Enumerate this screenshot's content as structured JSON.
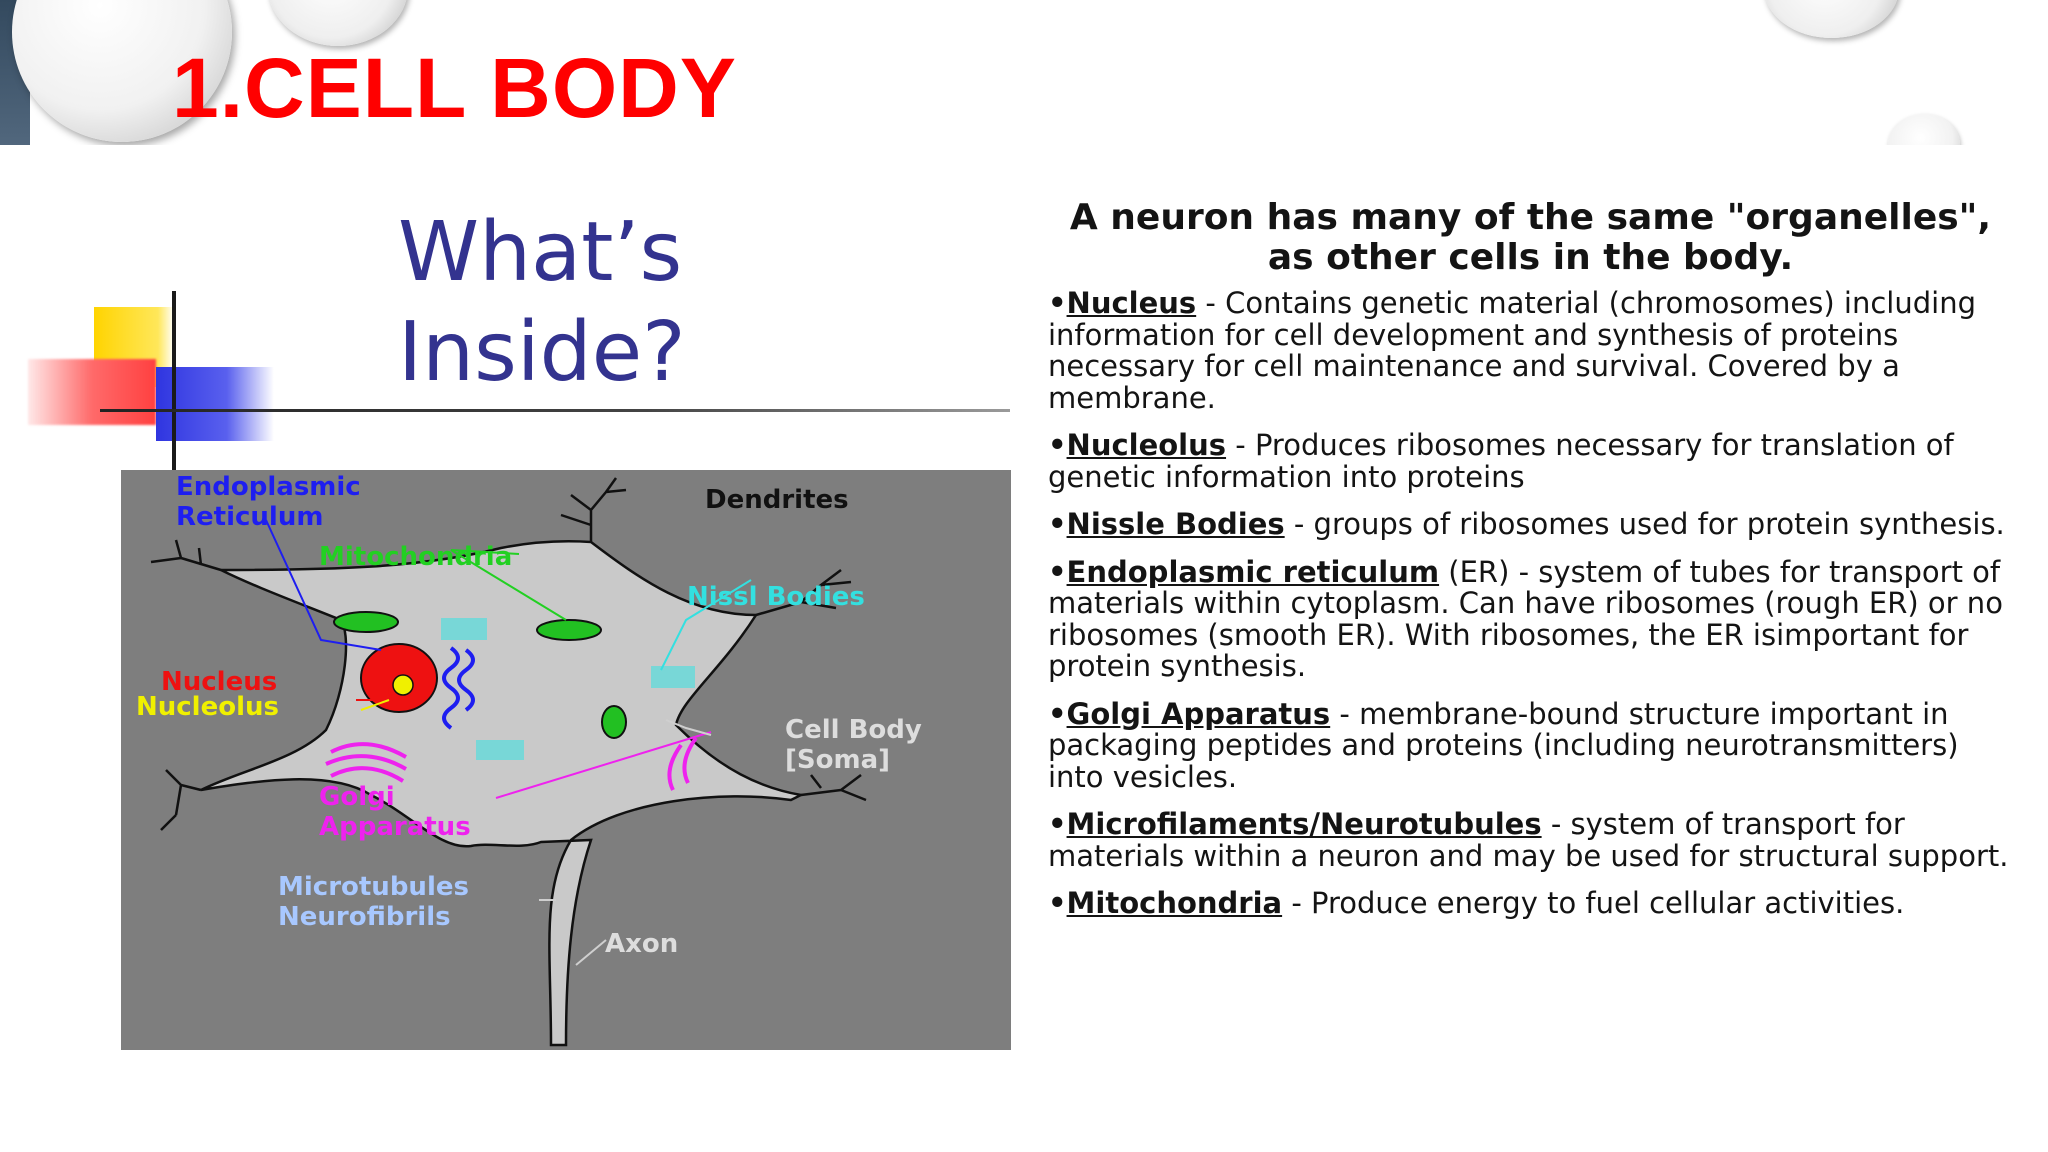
{
  "slide": {
    "title": "1.CELL BODY"
  },
  "figure": {
    "heading": "What’s\nInside?",
    "labels": {
      "er_line1": "Endoplasmic",
      "er_line2": "Reticulum",
      "dendrites": "Dendrites",
      "mitochondria": "Mitochondria",
      "nissl": "Nissl Bodies",
      "nucleus": "Nucleus",
      "nucleolus": "Nucleolus",
      "cellbody_line1": "Cell Body",
      "cellbody_line2": "[Soma]",
      "golgi_line1": "Golgi",
      "golgi_line2": "Apparatus",
      "micro_line1": "Microtubules",
      "micro_line2": "Neurofibrils",
      "axon": "Axon"
    },
    "colors": {
      "background": "#7e7e7e",
      "cell": "#c9c9c9",
      "er_label": "#1e1ef0",
      "mito_label": "#22d022",
      "nissl_label": "#33e0e0",
      "nucleus_label": "#ee1111",
      "nucleolus_label": "#f0f000",
      "golgi_label": "#ee22ee",
      "micro_label": "#a8c8ff"
    }
  },
  "text": {
    "intro": "A neuron has many of the same \"organelles\", as other cells in the body.",
    "items": [
      {
        "term": "Nucleus",
        "desc": " - Contains genetic material (chromosomes) including information for cell development and synthesis of proteins necessary for cell maintenance and survival. Covered by a membrane."
      },
      {
        "term": "Nucleolus",
        "desc": " - Produces ribosomes necessary for translation of genetic information into proteins"
      },
      {
        "term": "Nissle Bodies",
        "desc": " - groups of ribosomes used for protein synthesis."
      },
      {
        "term": "Endoplasmic reticulum",
        "desc": " (ER) - system of tubes for transport of materials within cytoplasm. Can  have ribosomes (rough ER) or no ribosomes (smooth ER). With ribosomes, the ER isimportant  for protein synthesis."
      },
      {
        "term": "Golgi  Apparatus",
        "desc": " - membrane-bound structure important in packaging peptides and proteins (including neurotransmitters) into vesicles."
      },
      {
        "term": "Microfilaments/Neurotubules",
        "desc": " - system of transport for materials within a neuron and may be used for structural support."
      },
      {
        "term": "Mitochondria",
        "desc": " - Produce energy to fuel cellular activities."
      }
    ]
  }
}
